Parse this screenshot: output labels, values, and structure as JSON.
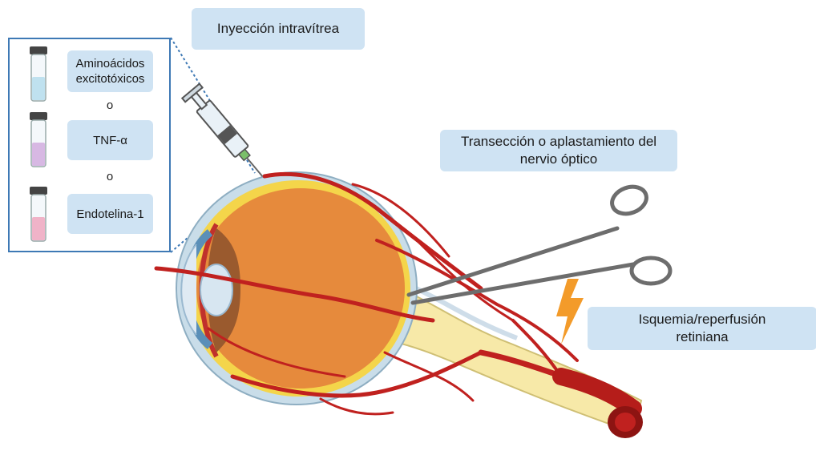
{
  "labels": {
    "injection": "Inyección intravítrea",
    "transection": "Transección o aplastamiento del nervio óptico",
    "ischemia": "Isquemia/reperfusión retiniana"
  },
  "agents": [
    {
      "name": "Aminoácidos excitotóxicos",
      "fluid_color": "#bfe1ef"
    },
    {
      "name": "TNF-α",
      "fluid_color": "#d7b8e3"
    },
    {
      "name": "Endotelina-1",
      "fluid_color": "#f0b3c8"
    }
  ],
  "connector": "o",
  "colors": {
    "label_bg": "#cfe3f3",
    "panel_border": "#3e79b5",
    "vessel": "#c0211f",
    "eyeball": "#e68a3c",
    "nerve": "#f7e9a8",
    "lightning": "#f39b2a"
  }
}
